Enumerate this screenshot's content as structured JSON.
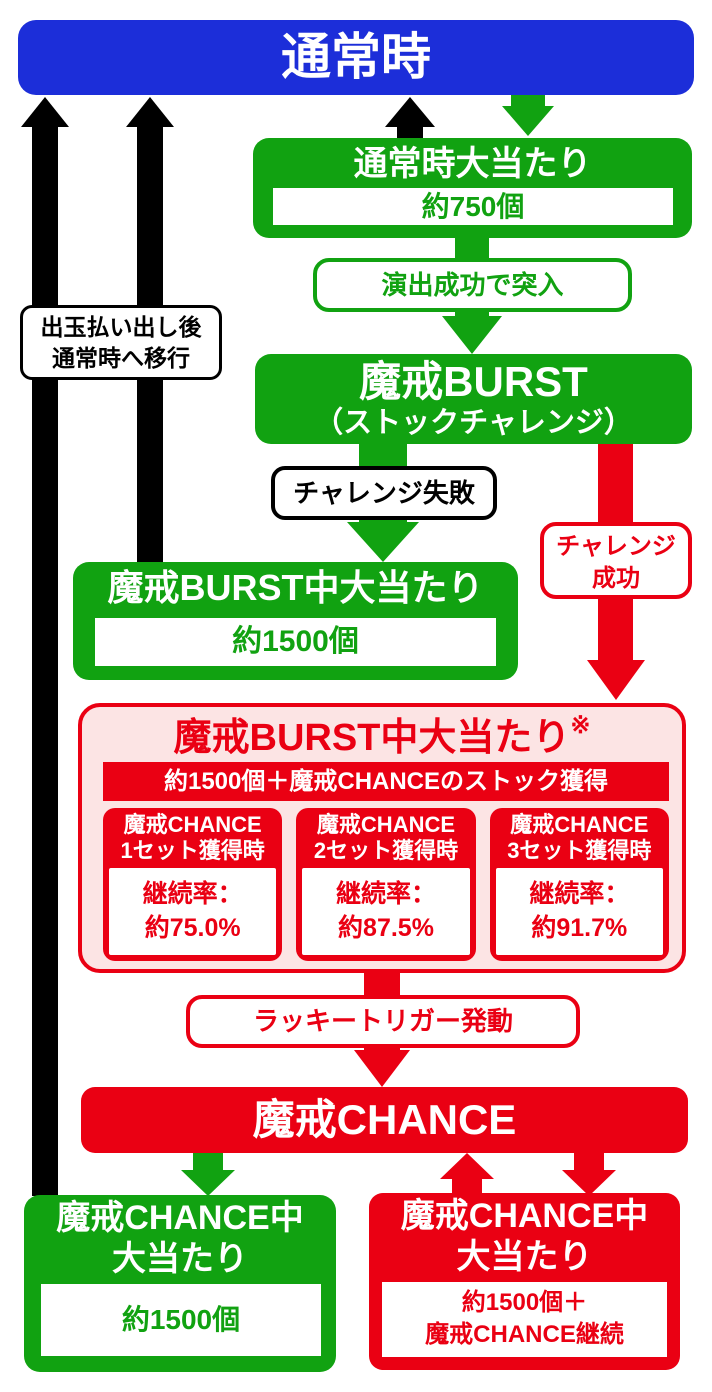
{
  "colors": {
    "blue": "#1c2ed9",
    "green": "#11a211",
    "red": "#ea0013",
    "pink_bg": "#fce4e4",
    "black": "#000000",
    "white": "#ffffff"
  },
  "nodes": {
    "normal": {
      "label": "通常時"
    },
    "normal_jackpot": {
      "label": "通常時大当たり",
      "payout": "約750個"
    },
    "burst": {
      "label": "魔戒BURST",
      "sublabel": "（ストックチャレンジ）"
    },
    "burst_jackpot": {
      "label": "魔戒BURST中大当たり",
      "payout": "約1500個"
    },
    "lt_panel": {
      "title": "魔戒BURST中大当たり",
      "note": "※",
      "payout_bar": "約1500個＋魔戒CHANCEのストック獲得",
      "sets": [
        {
          "name_line1": "魔戒CHANCE",
          "name_line2": "1セット獲得時",
          "rate_label": "継続率：",
          "rate_value": "約75.0%"
        },
        {
          "name_line1": "魔戒CHANCE",
          "name_line2": "2セット獲得時",
          "rate_label": "継続率：",
          "rate_value": "約87.5%"
        },
        {
          "name_line1": "魔戒CHANCE",
          "name_line2": "3セット獲得時",
          "rate_label": "継続率：",
          "rate_value": "約91.7%"
        }
      ]
    },
    "chance": {
      "label": "魔戒CHANCE"
    },
    "chance_jackpot_green": {
      "label_line1": "魔戒CHANCE中",
      "label_line2": "大当たり",
      "payout": "約1500個"
    },
    "chance_jackpot_red": {
      "label_line1": "魔戒CHANCE中",
      "label_line2": "大当たり",
      "payout_line1": "約1500個＋",
      "payout_line2": "魔戒CHANCE継続"
    }
  },
  "connectors": {
    "intro_success": "演出成功で突入",
    "challenge_fail": "チャレンジ失敗",
    "challenge_success_line1": "チャレンジ",
    "challenge_success_line2": "成功",
    "lucky_trigger": "ラッキートリガー発動",
    "return_note_line1": "出玉払い出し後",
    "return_note_line2": "通常時へ移行"
  }
}
